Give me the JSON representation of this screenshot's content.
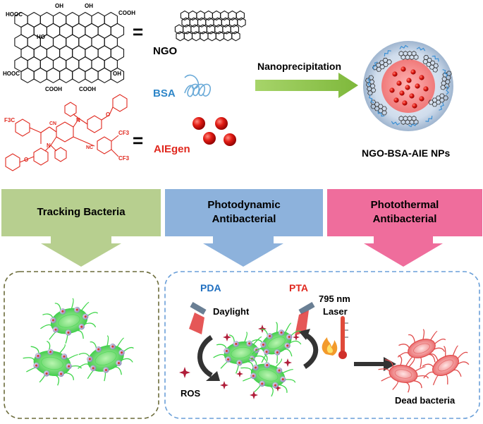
{
  "chem": {
    "cooh_tl": "HOOC",
    "oh_top1": "OH",
    "oh_top2": "OH",
    "cooh_tr": "COOH",
    "oh_mid": "HO",
    "cooh_ml": "HOOC",
    "oh_right": "OH",
    "cooh_b1": "COOH",
    "cooh_b2": "COOH",
    "f3c_1": "F3C",
    "cn_1": "CN",
    "n_1": "N",
    "n_2": "N",
    "o_1": "O",
    "o_2": "O",
    "cf3_1": "CF3",
    "cn_2": "NC",
    "cf3_2": "CF3"
  },
  "legend": {
    "equals": "=",
    "ngo": "NGO",
    "bsa": "BSA",
    "aiegen": "AIEgen"
  },
  "process": {
    "step": "Nanoprecipitation",
    "product": "NGO-BSA-AIE NPs"
  },
  "applications": [
    {
      "label_lines": [
        "Tracking Bacteria"
      ],
      "color": "#b7cf8f"
    },
    {
      "label_lines": [
        "Photodynamic",
        "Antibacterial"
      ],
      "color": "#8db2dc"
    },
    {
      "label_lines": [
        "Photothermal",
        "Antibacterial"
      ],
      "color": "#ef6d9c"
    }
  ],
  "panel": {
    "pda": "PDA",
    "daylight": "Daylight",
    "pta": "PTA",
    "laser_nm": "795 nm",
    "laser": "Laser",
    "ros": "ROS",
    "dead": "Dead bacteria"
  },
  "colors": {
    "ngo_text": "#000000",
    "bsa_text": "#2e86c8",
    "aie_text": "#e0281e",
    "pda_text": "#1f6fc0",
    "pta_text": "#e0281e",
    "arrow_green": "#8fc24a",
    "bacteria_green": "#3fd64a",
    "dash_left": "#6b6b3a",
    "dash_right": "#6a9fd8"
  }
}
